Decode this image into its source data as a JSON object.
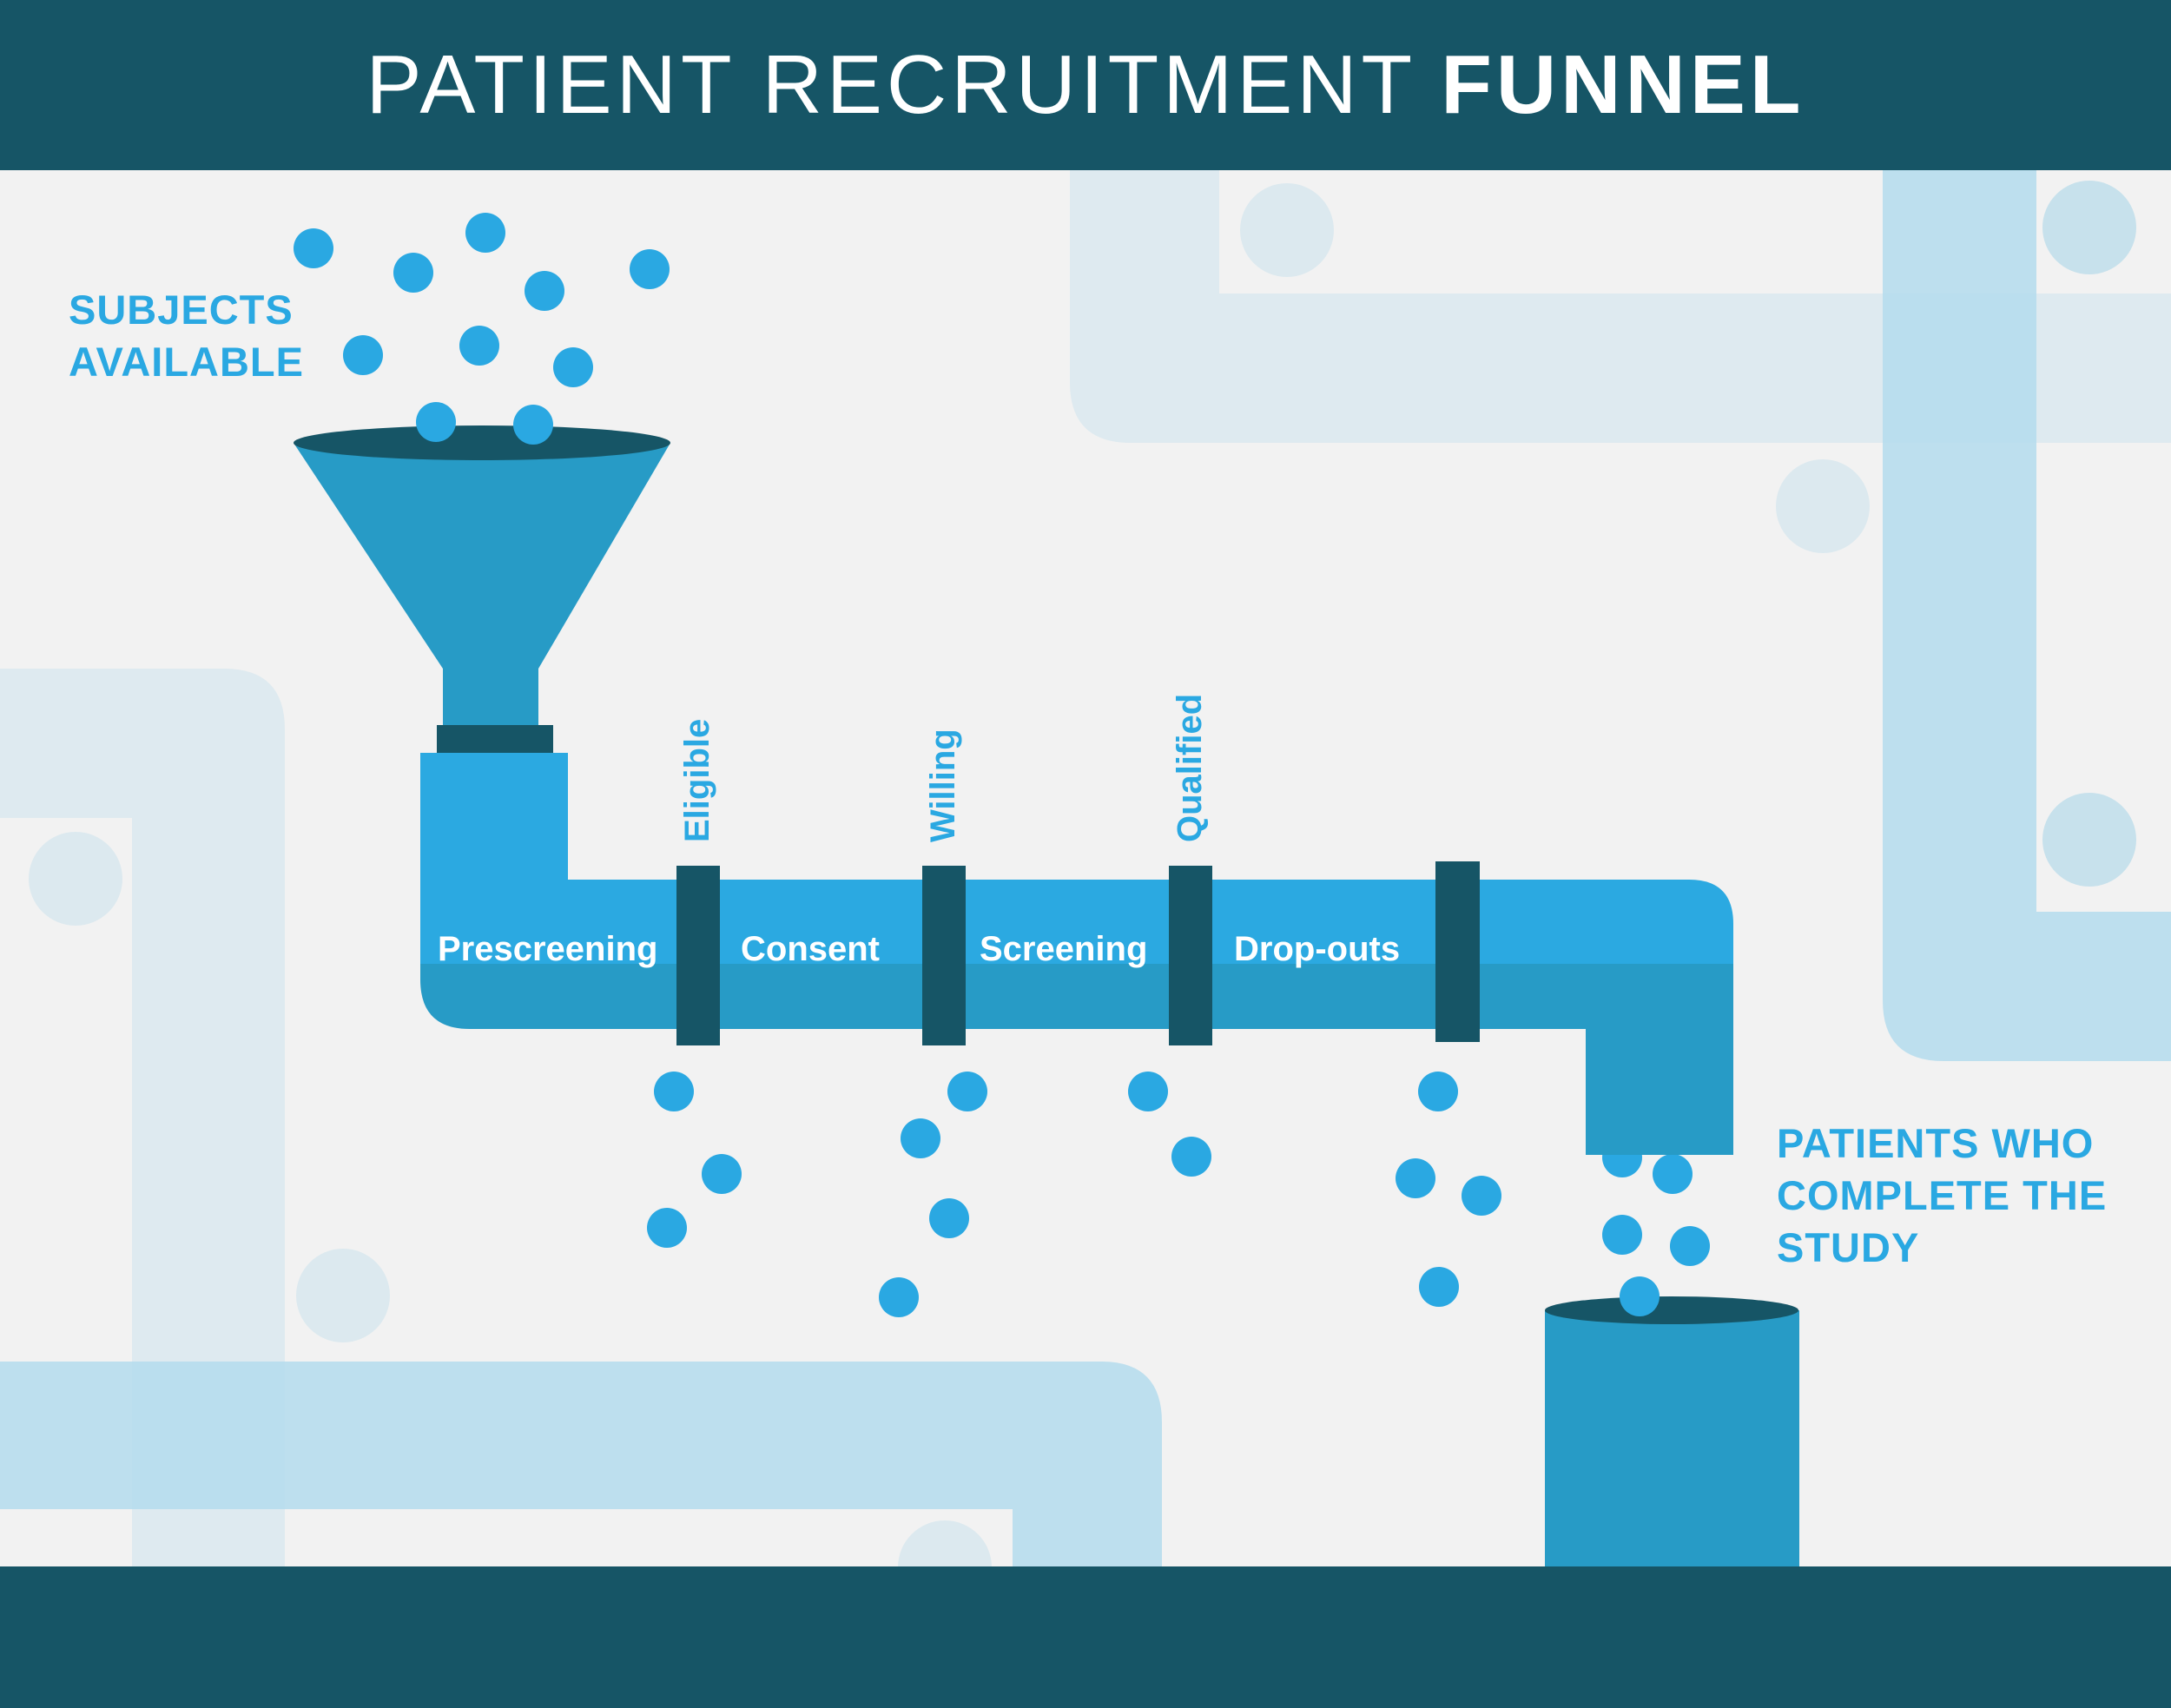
{
  "title": {
    "light": "PATIENT RECRUITMENT",
    "bold": "FUNNEL"
  },
  "labels": {
    "subjects_available": [
      "SUBJECTS",
      "AVAILABLE"
    ],
    "patients_complete": [
      "PATIENTS WHO",
      "COMPLETE THE",
      "STUDY"
    ]
  },
  "stages": [
    "Prescreening",
    "Consent",
    "Screening",
    "Drop-outs"
  ],
  "filters": [
    "Eligible",
    "Willing",
    "Qualified"
  ],
  "colors": {
    "header": "#165566",
    "background": "#f2f2f2",
    "pipe_light": "#2ba9e1",
    "pipe_dark": "#279bc6",
    "ball": "#2aa8e2",
    "bg_pipe": "#dce9ef",
    "bg_pipe_blue": "#b4dced"
  }
}
